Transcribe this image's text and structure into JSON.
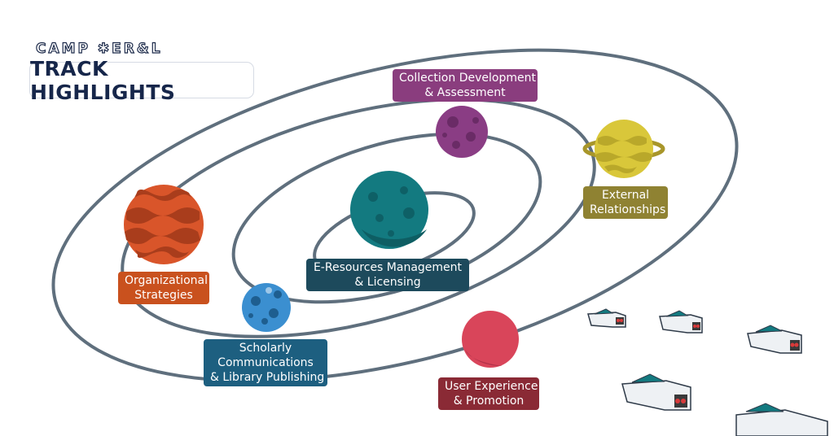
{
  "header": {
    "brand": "CAMP ✱ER&L",
    "title": "TRACK HIGHLIGHTS"
  },
  "tracks": [
    {
      "lines": [
        "Collection Development",
        "& Assessment"
      ],
      "color": "#8a3d7e"
    },
    {
      "lines": [
        "External",
        "Relationships"
      ],
      "color": "#8f8232"
    },
    {
      "lines": [
        "E-Resources Management",
        "& Licensing"
      ],
      "color": "#1d4a5c"
    },
    {
      "lines": [
        "Organizational",
        "Strategies"
      ],
      "color": "#c9511e"
    },
    {
      "lines": [
        "Scholarly",
        "Communications",
        "& Library Publishing"
      ],
      "color": "#1d5f80"
    },
    {
      "lines": [
        "User Experience",
        "& Promotion"
      ],
      "color": "#8a2a35"
    }
  ],
  "colors": {
    "orbit": "#5f6f7d",
    "title": "#16264a",
    "planet_teal": "#137a80",
    "planet_orange": "#d9552a",
    "planet_purple": "#8a3d84",
    "planet_yellow": "#d9c73a",
    "planet_blue": "#3b8fd0",
    "planet_red": "#d9455a"
  }
}
